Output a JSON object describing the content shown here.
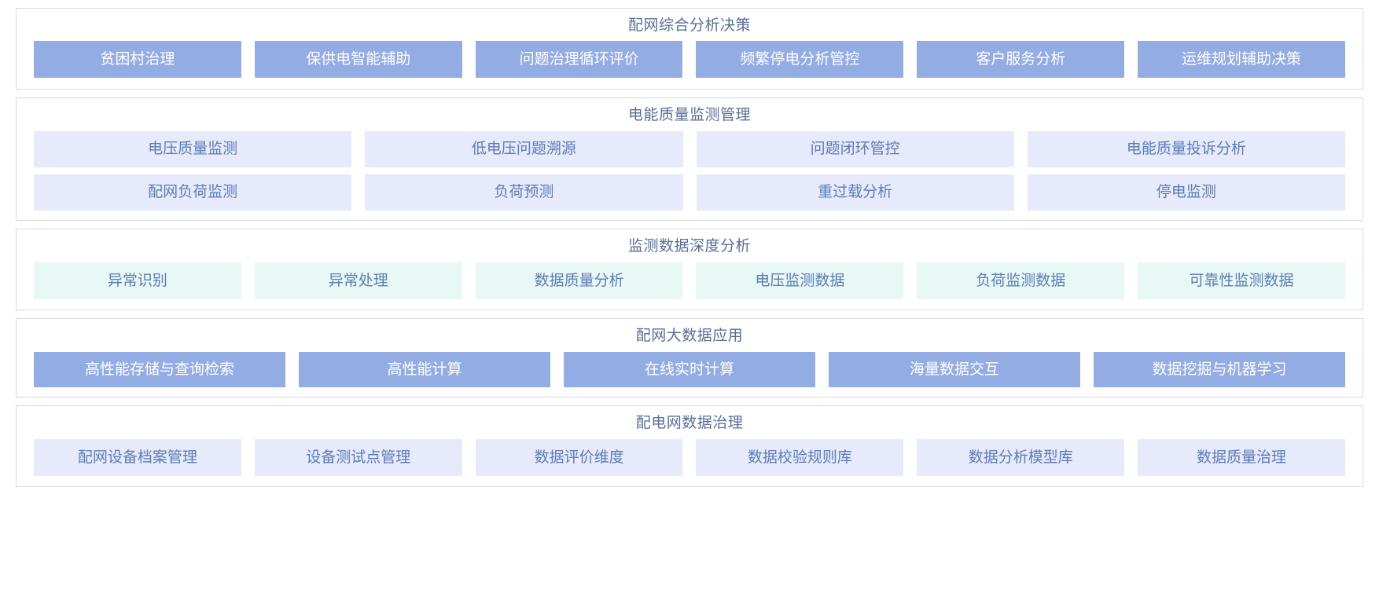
{
  "colors": {
    "solid_tile_bg": "#93ace3",
    "solid_tile_text": "#ffffff",
    "lilac_tile_bg": "#e6eafa",
    "mint_tile_bg": "#e8f8f5",
    "tile_text": "#5c7cb8",
    "section_title_text": "#5a6e96",
    "section_border": "#d9d9d9",
    "page_bg": "#ffffff"
  },
  "sections": [
    {
      "title": "配网综合分析决策",
      "style": "solid",
      "rows": [
        [
          "贫困村治理",
          "保供电智能辅助",
          "问题治理循环评价",
          "频繁停电分析管控",
          "客户服务分析",
          "运维规划辅助决策"
        ]
      ]
    },
    {
      "title": "电能质量监测管理",
      "style": "lilac",
      "rows": [
        [
          "电压质量监测",
          "低电压问题溯源",
          "问题闭环管控",
          "电能质量投诉分析"
        ],
        [
          "配网负荷监测",
          "负荷预测",
          "重过载分析",
          "停电监测"
        ]
      ]
    },
    {
      "title": "监测数据深度分析",
      "style": "mint",
      "rows": [
        [
          "异常识别",
          "异常处理",
          "数据质量分析",
          "电压监测数据",
          "负荷监测数据",
          "可靠性监测数据"
        ]
      ]
    },
    {
      "title": "配网大数据应用",
      "style": "solid",
      "rows": [
        [
          "高性能存储与查询检索",
          "高性能计算",
          "在线实时计算",
          "海量数据交互",
          "数据挖掘与机器学习"
        ]
      ]
    },
    {
      "title": "配电网数据治理",
      "style": "lilac",
      "rows": [
        [
          "配网设备档案管理",
          "设备测试点管理",
          "数据评价维度",
          "数据校验规则库",
          "数据分析模型库",
          "数据质量治理"
        ]
      ]
    }
  ]
}
